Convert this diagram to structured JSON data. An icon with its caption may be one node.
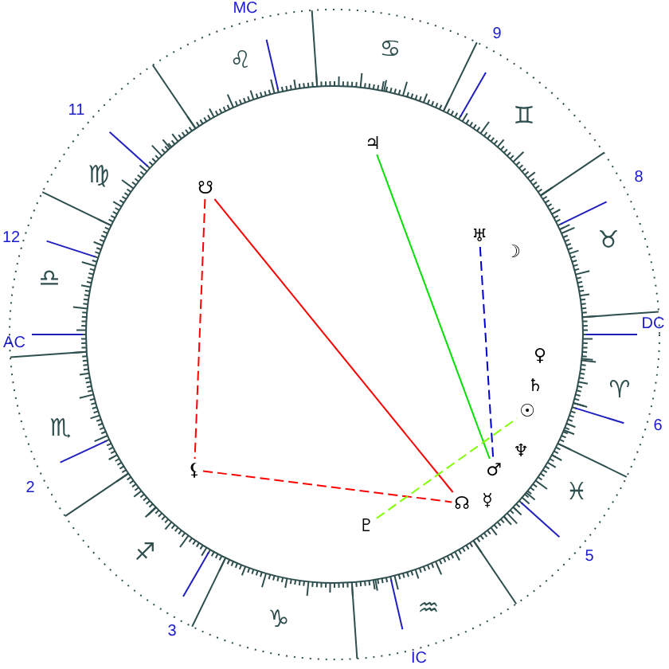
{
  "diagram": {
    "nodes": [
      {
        "text": [
          "♃"
        ]
      },
      {
        "text": [
          "☋"
        ]
      },
      {
        "text": [
          "♅"
        ]
      },
      {
        "text": [
          "☽"
        ]
      },
      {
        "text": [
          "♀"
        ]
      },
      {
        "text": [
          "♄"
        ]
      },
      {
        "text": [
          "☉"
        ]
      },
      {
        "text": [
          "♆"
        ]
      },
      {
        "text": [
          "♂"
        ]
      },
      {
        "text": [
          "☿"
        ]
      },
      {
        "text": [
          "⚸"
        ]
      },
      {
        "text": [
          "☊"
        ]
      },
      {
        "text": [
          "♇"
        ]
      }
    ],
    "edges": [
      {
        "from": 1,
        "to": 11,
        "arrow": "none",
        "color": "#ff0000"
      },
      {
        "from": 1,
        "to": 10,
        "arrow": "none",
        "style": "dashed",
        "color": "#ff0000"
      },
      {
        "from": 10,
        "to": 11,
        "arrow": "none",
        "style": "dashed",
        "color": "#ff0000"
      },
      {
        "from": 0,
        "to": 8,
        "arrow": "none",
        "color": "#00e000"
      },
      {
        "from": 2,
        "to": 8,
        "arrow": "none",
        "style": "dashed",
        "color": "#0000cc"
      },
      {
        "from": 12,
        "to": 6,
        "arrow": "none",
        "style": "dashed",
        "color": "#80ff00"
      }
    ],
    "labels": [
      "MC",
      "9",
      "♋",
      "♌",
      "11",
      "♊",
      "♍",
      "8",
      "12",
      "♉",
      "♎",
      "DC",
      "AC",
      "♈",
      "6",
      "♏",
      "2",
      "♓",
      "♐",
      "5",
      "♒",
      "♑",
      "3",
      "IC"
    ]
  }
}
